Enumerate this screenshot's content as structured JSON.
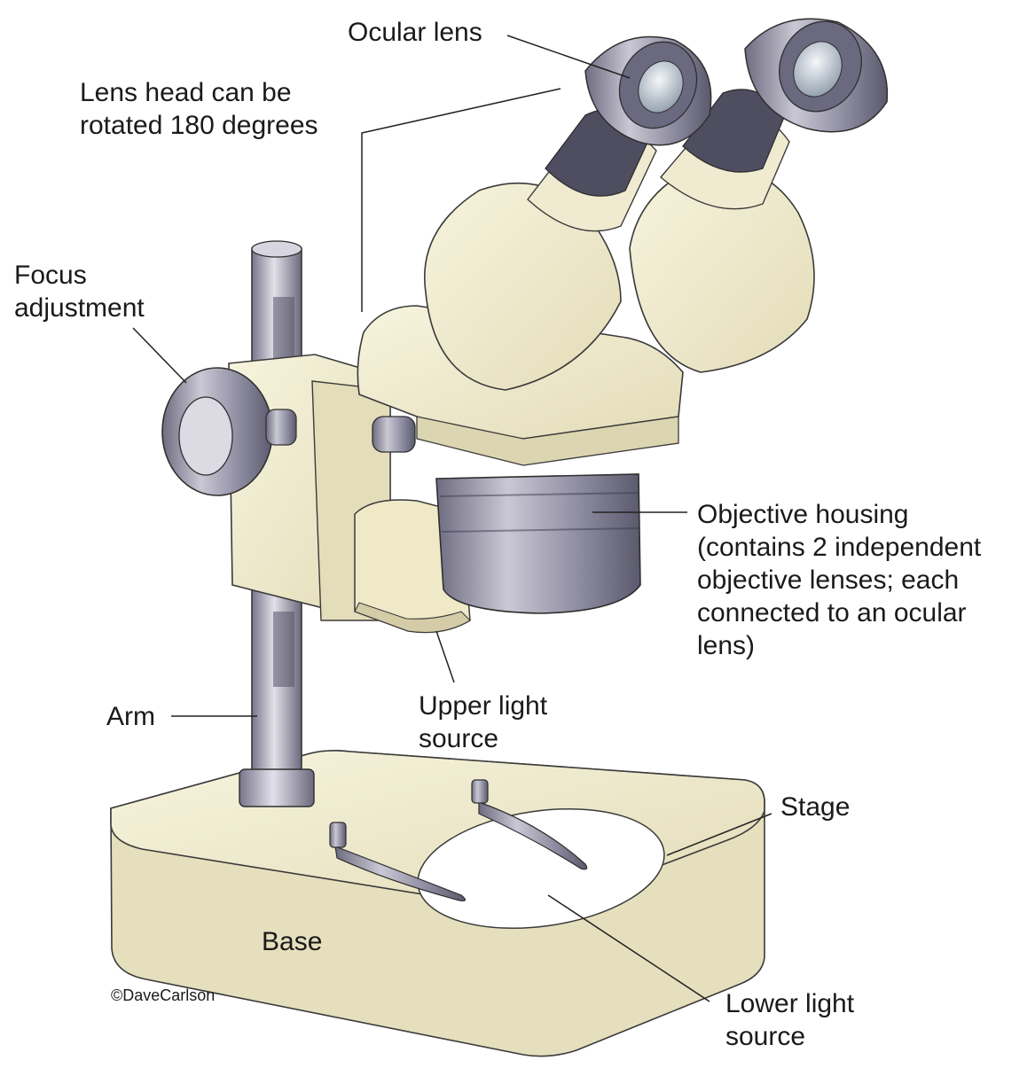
{
  "labels": {
    "ocular_lens": "Ocular lens",
    "lens_head": "Lens head can be\nrotated 180 degrees",
    "focus": "Focus\nadjustment",
    "objective_housing": "Objective housing\n(contains 2 independent\nobjective lenses; each\nconnected to an ocular\nlens)",
    "upper_light": "Upper light\nsource",
    "arm": "Arm",
    "stage": "Stage",
    "base": "Base",
    "lower_light": "Lower light\nsource"
  },
  "copyright": "©DaveCarlson",
  "colors": {
    "cream": "#f1edcf",
    "cream_shadow": "#d9d2ae",
    "metal": "#9a98aa",
    "metal_dark": "#5f5d70",
    "lens_glass": "#c9d3dc",
    "line": "#2a2a2a"
  }
}
